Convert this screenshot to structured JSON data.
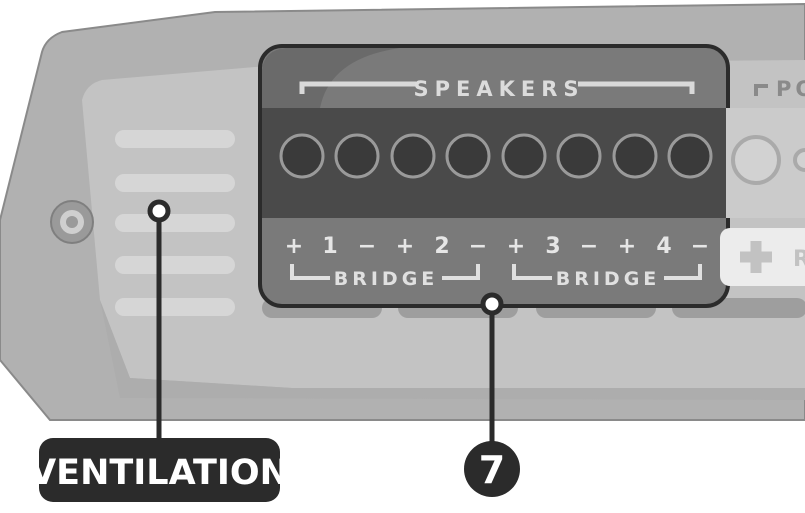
{
  "panel": {
    "speakers_label": "SPEAKERS",
    "power_label_partial": "PO",
    "bridge_label_1": "BRIDGE",
    "bridge_label_2": "BRIDGE",
    "remote_label_partial": "R",
    "terminal_signs": [
      "+",
      "1",
      "−",
      "+",
      "2",
      "−",
      "+",
      "3",
      "−",
      "+",
      "4",
      "−"
    ]
  },
  "callouts": {
    "ventilation_label": "VENTILATION",
    "terminal_number": "7"
  },
  "colors": {
    "body_outer": "#b1b1b1",
    "body_face": "#c2c2c2",
    "panel_dark": "#585858",
    "callout_dark": "#2b2b2b"
  }
}
